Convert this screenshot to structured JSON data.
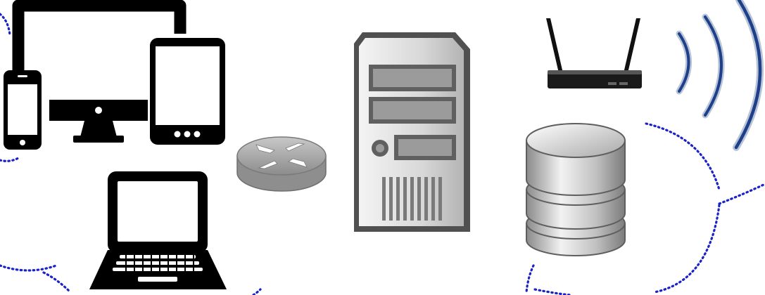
{
  "diagram": {
    "nodes": [
      {
        "id": "multi-device",
        "icon": "devices-icon"
      },
      {
        "id": "laptop",
        "icon": "laptop-icon"
      },
      {
        "id": "router",
        "icon": "router-icon"
      },
      {
        "id": "server",
        "icon": "server-tower-icon"
      },
      {
        "id": "wifi-router",
        "icon": "wifi-router-icon"
      },
      {
        "id": "database",
        "icon": "database-icon"
      },
      {
        "id": "wireless-signal",
        "icon": "wifi-signal-icon"
      }
    ],
    "colors": {
      "cloud_outline": "#1a22c8",
      "device_fill": "#000000",
      "signal_arcs": "#1e3f8a",
      "server_body": "#dcdcdc",
      "database_body": "#bcbcbc",
      "router_body": "#a6a6a6"
    }
  }
}
